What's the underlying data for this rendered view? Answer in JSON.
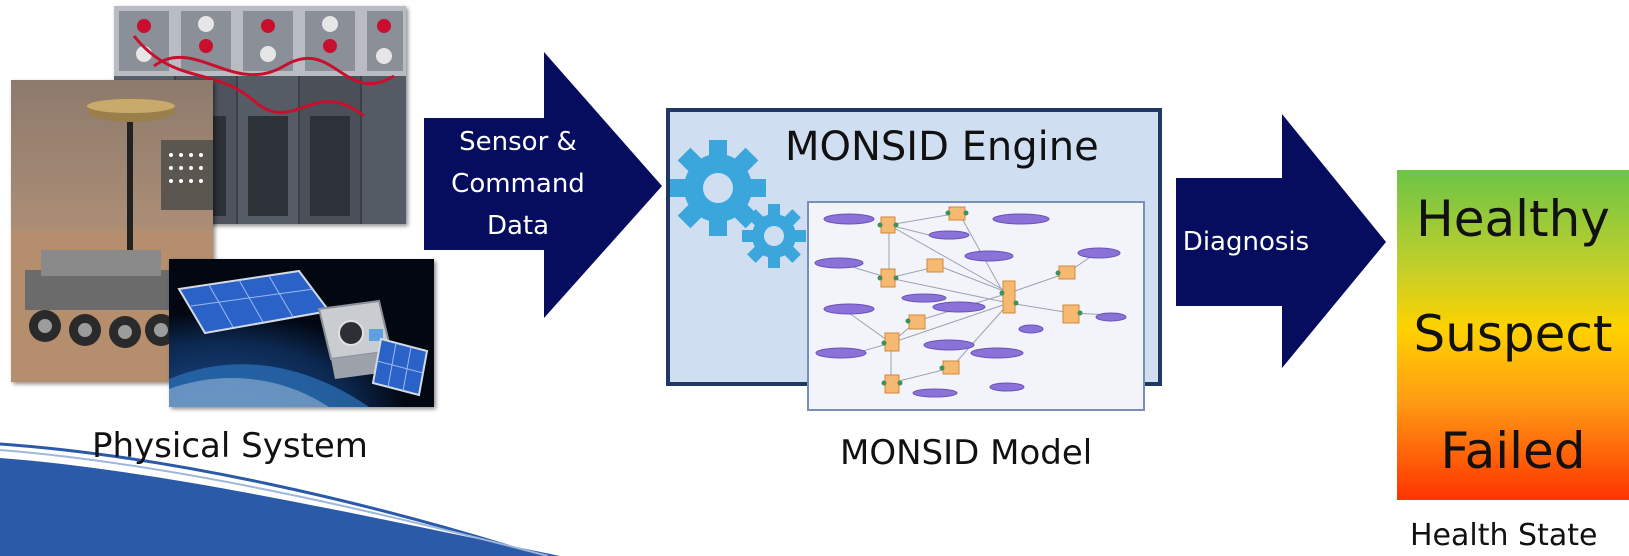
{
  "physical_system": {
    "caption": "Physical System"
  },
  "input_arrow": {
    "line1": "Sensor &",
    "line2": "Command",
    "line3": "Data"
  },
  "engine": {
    "title": "MONSID Engine",
    "model_caption": "MONSID Model"
  },
  "diagnosis_arrow": {
    "label": "Diagnosis"
  },
  "health_state": {
    "states": [
      "Healthy",
      "Suspect",
      "Failed"
    ],
    "caption": "Health State",
    "gradient_colors": [
      "#6cc447",
      "#ffd200",
      "#ff3300"
    ]
  },
  "colors": {
    "arrow": "#060d5e",
    "engine_border": "#1f3864",
    "engine_fill": "#cfdef0",
    "gear": "#3aa6dc",
    "node_ellipse": "#8a72d8",
    "node_box": "#f5b971",
    "swoosh": "#1f4e9a"
  }
}
